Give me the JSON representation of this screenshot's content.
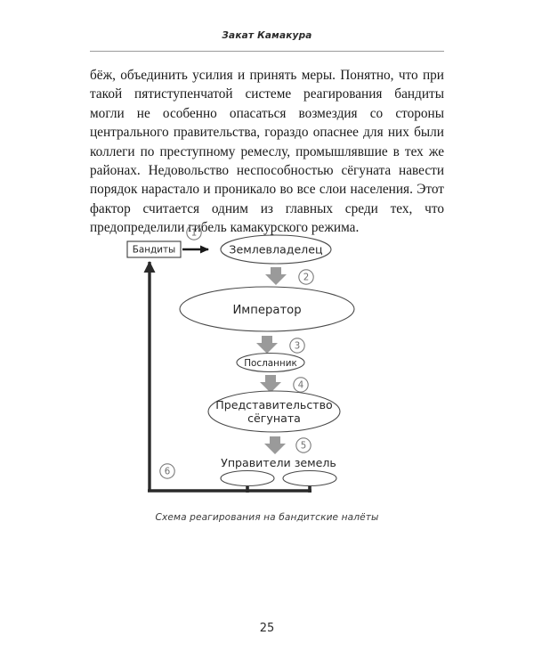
{
  "page": {
    "running_head": "Закат Камакура",
    "folio": "25",
    "body_paragraph": "бёж, объединить усилия и принять меры. Понятно, что при такой пятиступенчатой системе реагирования бандиты могли не особенно опасаться возмездия со стороны центрального правительства, гораздо опаснее для них были коллеги по преступному ремеслу, промышлявшие в тех же районах. Недовольство неспособностью сёгуната навести порядок нарастало и проникало во все слои населения. Этот фактор считается одним из главных среди тех, что предопределили гибель камакурского режима."
  },
  "figure": {
    "caption": "Схема реагирования на бандитские налёты",
    "nodes": {
      "bandits": "Бандиты",
      "landowner": "Землевладелец",
      "emperor": "Император",
      "envoy": "Посланник",
      "shogunate_line1": "Представительство",
      "shogunate_line2": "сёгуната",
      "land_stewards": "Управители земель"
    },
    "step_numbers": {
      "s1": "1",
      "s2": "2",
      "s3": "3",
      "s4": "4",
      "s5": "5",
      "s6": "6"
    },
    "colors": {
      "arrow_gray": "#8e8e8e",
      "arrow_black": "#1a1a1a",
      "outline": "#4a4a4a",
      "number_gray": "#7a7a7a"
    }
  }
}
